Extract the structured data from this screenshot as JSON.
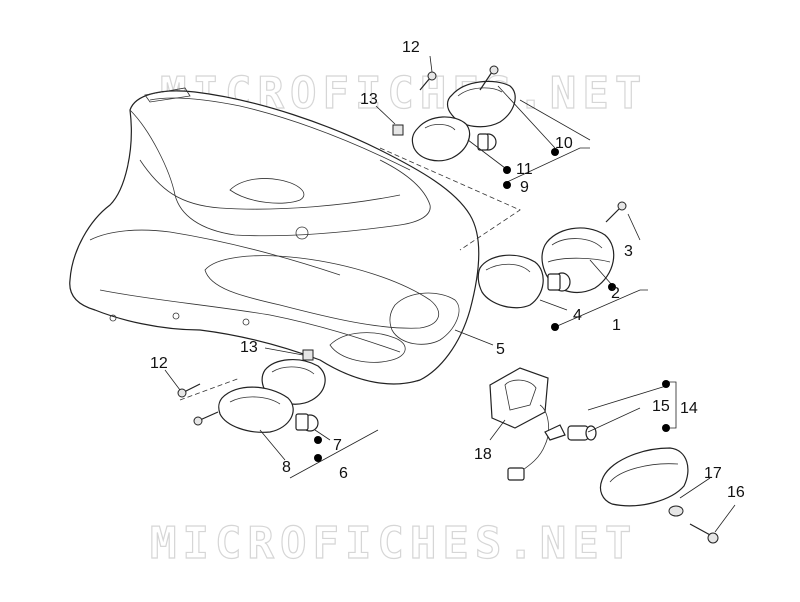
{
  "watermark": {
    "text": "MICROFICHES.NET"
  },
  "callouts": [
    {
      "id": "c12a",
      "text": "12"
    },
    {
      "id": "c13a",
      "text": "13"
    },
    {
      "id": "c10",
      "text": "10"
    },
    {
      "id": "c11",
      "text": "11"
    },
    {
      "id": "c9",
      "text": "9"
    },
    {
      "id": "c3",
      "text": "3"
    },
    {
      "id": "c2",
      "text": "2"
    },
    {
      "id": "c4",
      "text": "4"
    },
    {
      "id": "c1",
      "text": "1"
    },
    {
      "id": "c5",
      "text": "5"
    },
    {
      "id": "c13b",
      "text": "13"
    },
    {
      "id": "c12b",
      "text": "12"
    },
    {
      "id": "c7",
      "text": "7"
    },
    {
      "id": "c8",
      "text": "8"
    },
    {
      "id": "c6",
      "text": "6"
    },
    {
      "id": "c18",
      "text": "18"
    },
    {
      "id": "c15",
      "text": "15"
    },
    {
      "id": "c14",
      "text": "14"
    },
    {
      "id": "c17",
      "text": "17"
    },
    {
      "id": "c16",
      "text": "16"
    }
  ]
}
